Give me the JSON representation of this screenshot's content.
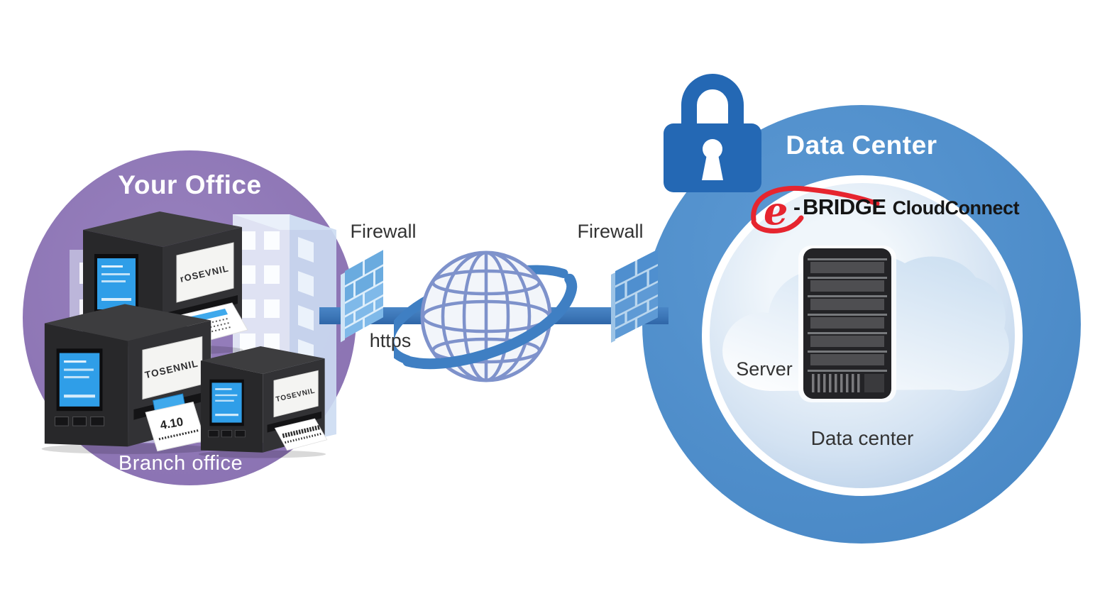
{
  "office": {
    "title": "Your Office",
    "caption": "Branch office",
    "printers": [
      {
        "brand": "rOSEVNIL"
      },
      {
        "brand": "TOSENNIL",
        "label": "4.10"
      },
      {
        "brand": "TOSEVNIL"
      }
    ]
  },
  "network": {
    "firewall_left_label": "Firewall",
    "firewall_right_label": "Firewall",
    "protocol_label": "https"
  },
  "data_center": {
    "title": "Data Center",
    "logo": {
      "e": "e",
      "dash": "-",
      "bridge": "BRIDGE",
      "suffix": "CloudConnect"
    },
    "server_label": "Server",
    "caption": "Data center"
  },
  "icons": {
    "padlock": "padlock-icon",
    "globe": "globe-icon",
    "firewall": "brick-wall-icon",
    "cloud": "cloud-icon",
    "server": "server-tower-icon",
    "printer": "label-printer-icon",
    "building": "office-building-icon"
  },
  "colors": {
    "office_circle": "#8e76b5",
    "datacenter_circle": "#4d8cc9",
    "inner_circle": "#d3e2f2",
    "connection_band": "#3c76b7",
    "globe_line": "#7e92cb",
    "globe_swoosh": "#3f7fc3",
    "firewall_light": "#7fb9e9",
    "firewall_dark": "#5e9ad5",
    "lock": "#2468b4",
    "logo_red": "#e6252f",
    "label_text": "#333333",
    "printer_screen": "#2f9ee8"
  }
}
